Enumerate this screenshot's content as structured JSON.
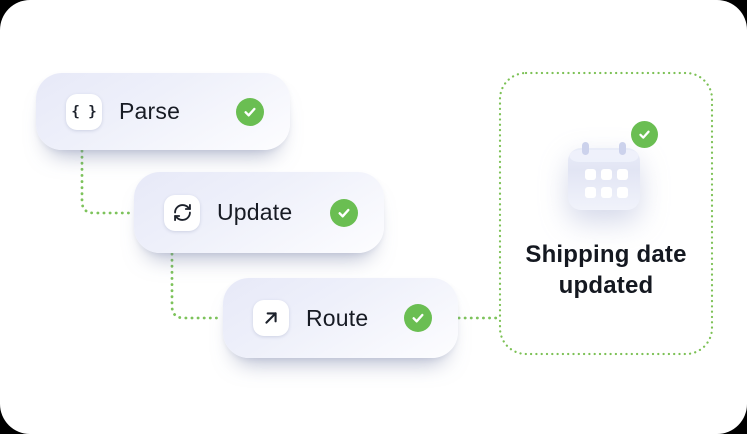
{
  "workflow": {
    "steps": [
      {
        "id": "parse",
        "label": "Parse",
        "icon": "braces-icon",
        "status": "complete"
      },
      {
        "id": "update",
        "label": "Update",
        "icon": "refresh-icon",
        "status": "complete"
      },
      {
        "id": "route",
        "label": "Route",
        "icon": "arrow-up-right-icon",
        "status": "complete"
      }
    ]
  },
  "result_card": {
    "title": "Shipping date\nupdated",
    "icon": "calendar-icon",
    "status": "complete"
  },
  "icons": {
    "braces_glyph": "{ }"
  },
  "colors": {
    "success_green": "#6abe52",
    "connector_green": "#7dc35b",
    "card_gradient_top": "#e7e9f8",
    "card_gradient_bottom": "#fdfdff",
    "canvas_bg": "#ffffff",
    "text_dark": "#171b24"
  }
}
